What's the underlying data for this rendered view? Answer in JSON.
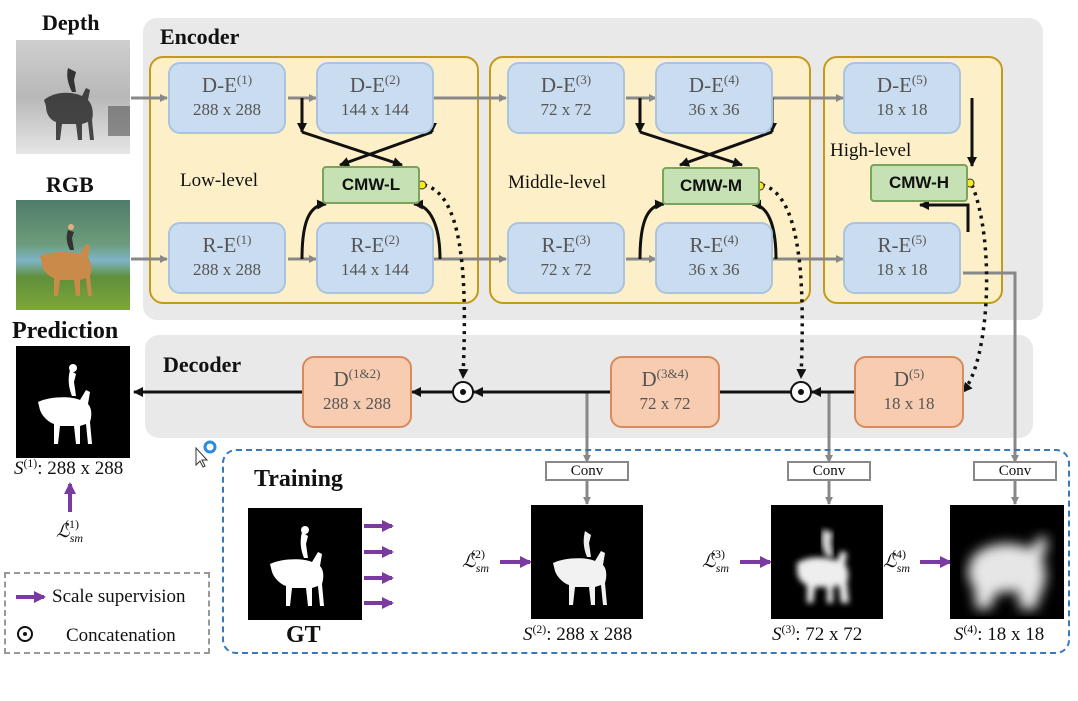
{
  "inputs": {
    "depth_label": "Depth",
    "rgb_label": "RGB",
    "prediction_label": "Prediction"
  },
  "encoder": {
    "title": "Encoder",
    "levels": {
      "low": "Low-level",
      "middle": "Middle-level",
      "high": "High-level"
    },
    "depth_blocks": [
      {
        "base": "D-E",
        "sup": "(1)",
        "size": "288 x 288"
      },
      {
        "base": "D-E",
        "sup": "(2)",
        "size": "144 x 144"
      },
      {
        "base": "D-E",
        "sup": "(3)",
        "size": "72 x 72"
      },
      {
        "base": "D-E",
        "sup": "(4)",
        "size": "36 x 36"
      },
      {
        "base": "D-E",
        "sup": "(5)",
        "size": "18 x 18"
      }
    ],
    "rgb_blocks": [
      {
        "base": "R-E",
        "sup": "(1)",
        "size": "288 x 288"
      },
      {
        "base": "R-E",
        "sup": "(2)",
        "size": "144 x 144"
      },
      {
        "base": "R-E",
        "sup": "(3)",
        "size": "72 x 72"
      },
      {
        "base": "R-E",
        "sup": "(4)",
        "size": "36 x 36"
      },
      {
        "base": "R-E",
        "sup": "(5)",
        "size": "18 x 18"
      }
    ],
    "cmw": [
      "CMW-L",
      "CMW-M",
      "CMW-H"
    ]
  },
  "decoder": {
    "title": "Decoder",
    "blocks": [
      {
        "base": "D",
        "sup": "(1&2)",
        "size": "288 x 288"
      },
      {
        "base": "D",
        "sup": "(3&4)",
        "size": "72 x 72"
      },
      {
        "base": "D",
        "sup": "(5)",
        "size": "18 x 18"
      }
    ]
  },
  "outputs": {
    "s1": {
      "base": "S",
      "sup": "(1)",
      "size": ": 288 x 288"
    },
    "s2": {
      "base": "S",
      "sup": "(2)",
      "size": ": 288 x 288"
    },
    "s3": {
      "base": "S",
      "sup": "(3)",
      "size": ": 72 x 72"
    },
    "s4": {
      "base": "S",
      "sup": "(4)",
      "size": ": 18 x 18"
    }
  },
  "losses": {
    "symbol": "ℒ",
    "sub": "sm",
    "l1": "(1)",
    "l2": "(2)",
    "l3": "(3)",
    "l4": "(4)"
  },
  "training": {
    "title": "Training",
    "gt_label": "GT",
    "conv_label": "Conv"
  },
  "legend": {
    "scale_supervision": "Scale supervision",
    "concatenation": "Concatenation"
  },
  "colors": {
    "encoder_group_fill": "#fdf0c8",
    "encoder_block_fill": "#c9dcf0",
    "cmw_fill": "#c6e1b4",
    "decoder_block_fill": "#f8ccb0",
    "supervision_arrow": "#7b3aa0",
    "training_border": "#3a78b8"
  }
}
